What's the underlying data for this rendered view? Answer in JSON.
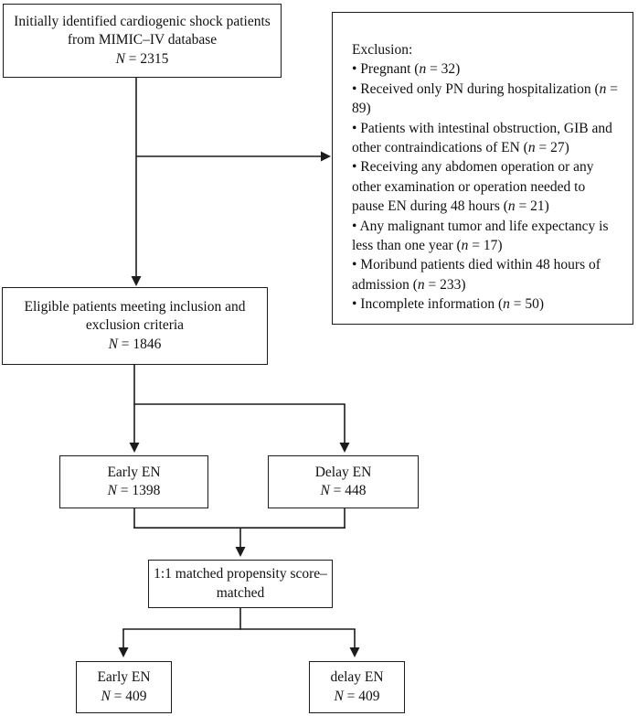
{
  "diagram": {
    "title_semantic": "Patient selection flowchart (cardiogenic shock, MIMIC-IV)",
    "colors": {
      "line": "#1c1c1c",
      "text": "#111111",
      "background": "#ffffff"
    },
    "boxes": {
      "initial": {
        "text": "Initially identified cardiogenic shock patients from MIMIC–IV database",
        "n": "N = 2315"
      },
      "eligible": {
        "text": "Eligible patients meeting inclusion and exclusion criteria",
        "n": "N = 1846"
      },
      "early_en": {
        "text": "Early EN",
        "n": "N = 1398"
      },
      "delay_en": {
        "text": "Delay EN",
        "n": "N = 448"
      },
      "matched": {
        "text": "1:1 matched propensity score–matched"
      },
      "early_en_matched": {
        "text": "Early EN",
        "n": "N = 409"
      },
      "delay_en_matched": {
        "text": "delay EN",
        "n": "N = 409"
      }
    },
    "exclusion": {
      "title": "Exclusion:",
      "bullet": "•",
      "items": [
        "Pregnant (n = 32)",
        "Received only PN during hospitalization (n = 89)",
        "Patients with intestinal obstruction, GIB and other contraindications of EN (n = 27)",
        "Receiving any abdomen operation or any other examination or operation needed to pause EN during 48 hours (n = 21)",
        "Any malignant tumor and life expectancy is less than one year (n = 17)",
        "Moribund patients died within 48 hours of admission (n = 233)",
        "Incomplete information (n = 50)"
      ]
    }
  }
}
